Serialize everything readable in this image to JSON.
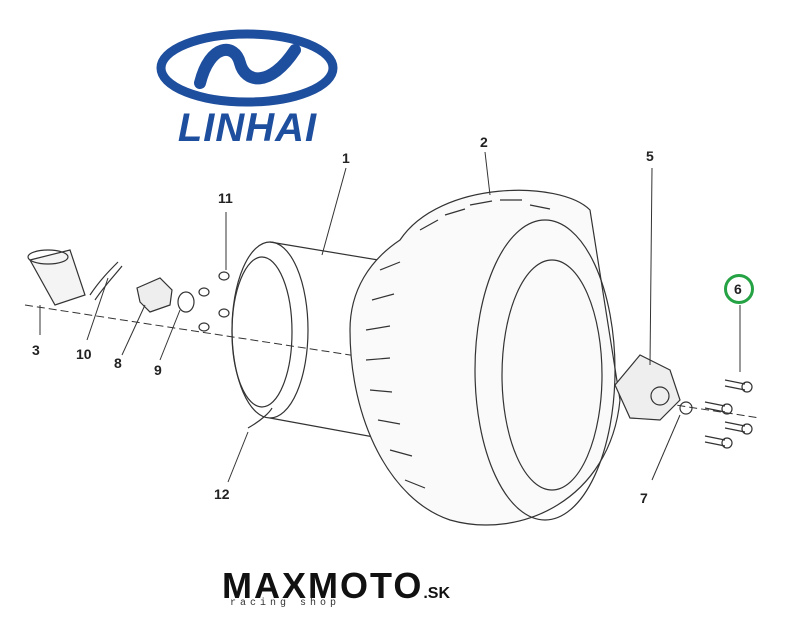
{
  "logo": {
    "brand": "LINHAI",
    "color": "#1e4e9e"
  },
  "footer": {
    "brand_main": "MAXMOTO",
    "brand_suffix": ".SK",
    "tagline": "racing shop"
  },
  "highlight_color": "#25a244",
  "callouts": [
    {
      "id": "1",
      "label": "1"
    },
    {
      "id": "2",
      "label": "2"
    },
    {
      "id": "3",
      "label": "3"
    },
    {
      "id": "5",
      "label": "5"
    },
    {
      "id": "6",
      "label": "6"
    },
    {
      "id": "7",
      "label": "7"
    },
    {
      "id": "8",
      "label": "8"
    },
    {
      "id": "9",
      "label": "9"
    },
    {
      "id": "10",
      "label": "10"
    },
    {
      "id": "11",
      "label": "11"
    },
    {
      "id": "12",
      "label": "12"
    }
  ]
}
